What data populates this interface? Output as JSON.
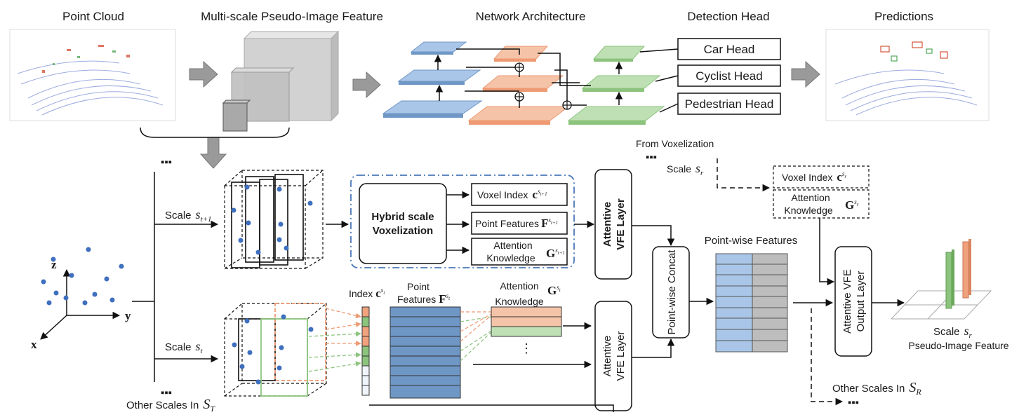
{
  "headers": {
    "point_cloud": "Point Cloud",
    "pseudo_image": "Multi-scale Pseudo-Image Feature",
    "network": "Network Architecture",
    "detection_head": "Detection Head",
    "predictions": "Predictions"
  },
  "heads": {
    "car": "Car Head",
    "cyclist": "Cyclist Head",
    "pedestrian": "Pedestrian Head"
  },
  "axes": {
    "z": "z",
    "y": "y",
    "x": "x"
  },
  "ellipsis": "▪▪▪",
  "scales": {
    "word": "Scale",
    "t1_sym": "s",
    "t1_sub": "t+1",
    "t_sym": "s",
    "t_sub": "t",
    "r_sym": "s",
    "r_sub": "r",
    "other_T": "Other Scales In",
    "T_sym": "S",
    "T_sub": "T",
    "other_R": "Other Scales In",
    "R_sym": "S",
    "R_sub": "R"
  },
  "hybrid": {
    "line1": "Hybrid scale",
    "line2": "Voxelization"
  },
  "outputs": {
    "voxel_index": "Voxel Index",
    "point_features": "Point Features",
    "attention_1": "Attention",
    "attention_2": "Knowledge",
    "c": "c",
    "F": "F",
    "G": "G"
  },
  "vfe": {
    "line1": "Attentive",
    "line2": "VFE Layer"
  },
  "concat": "Point-wise Concat",
  "pointwise": "Point-wise Features",
  "from_vox": "From  Voxelization",
  "output_layer": {
    "line1": "Attentive VFE",
    "line2": "Output Layer"
  },
  "pseudo": {
    "line2": "Pseudo-Image Feature"
  },
  "lower": {
    "index": "Index",
    "point_1": "Point",
    "point_2": "Features",
    "att_1": "Attention",
    "att_2": "Knowledge",
    "dots": "⋮"
  },
  "colors": {
    "blue": "#a9c6e8",
    "blue_dark": "#6f97c6",
    "orange": "#f5c4a8",
    "orange_dark": "#ee9a72",
    "green": "#bfe0b4",
    "green_dark": "#8cc47d",
    "gray": "#bdbdbd",
    "point": "#3f6fbf"
  }
}
